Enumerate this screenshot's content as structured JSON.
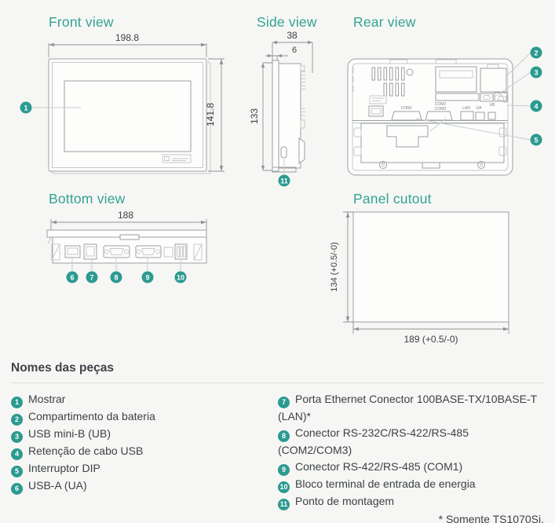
{
  "titles": {
    "front": "Front view",
    "side": "Side view",
    "rear": "Rear view",
    "bottom": "Bottom view",
    "panel": "Panel cutout"
  },
  "dims": {
    "front_width": "198.8",
    "front_height": "141.8",
    "side_depth": "38",
    "side_bezel": "6",
    "side_height": "133",
    "bottom_width": "188",
    "panel_height": "134 (+0.5/-0)",
    "panel_width": "189 (+0.5/-0)"
  },
  "markers": [
    "1",
    "2",
    "3",
    "4",
    "5",
    "6",
    "7",
    "8",
    "9",
    "10",
    "11"
  ],
  "rear_labels": {
    "com1": "COM1",
    "com2": "COM2",
    "com3": "COM3",
    "lan": "LAN",
    "ua": "UA",
    "ub": "UB"
  },
  "parts": {
    "heading": "Nomes das peças",
    "items_left": [
      {
        "num": "1",
        "label": "Mostrar"
      },
      {
        "num": "2",
        "label": "Compartimento da bateria"
      },
      {
        "num": "3",
        "label": "USB mini-B (UB)"
      },
      {
        "num": "4",
        "label": "Retenção de cabo USB"
      },
      {
        "num": "5",
        "label": "Interruptor DIP"
      },
      {
        "num": "6",
        "label": "USB-A (UA)"
      }
    ],
    "items_right": [
      {
        "num": "7",
        "label": "Porta Ethernet Conector 100BASE-TX/10BASE-T (LAN)*"
      },
      {
        "num": "8",
        "label": "Conector RS-232C/RS-422/RS-485 (COM2/COM3)"
      },
      {
        "num": "9",
        "label": "Conector RS-422/RS-485 (COM1)"
      },
      {
        "num": "10",
        "label": "Bloco terminal de entrada de energia"
      },
      {
        "num": "11",
        "label": "Ponto de montagem"
      }
    ],
    "footnote": "* Somente TS1070Si."
  },
  "colors": {
    "accent": "#34a195",
    "marker": "#2c9a90"
  }
}
